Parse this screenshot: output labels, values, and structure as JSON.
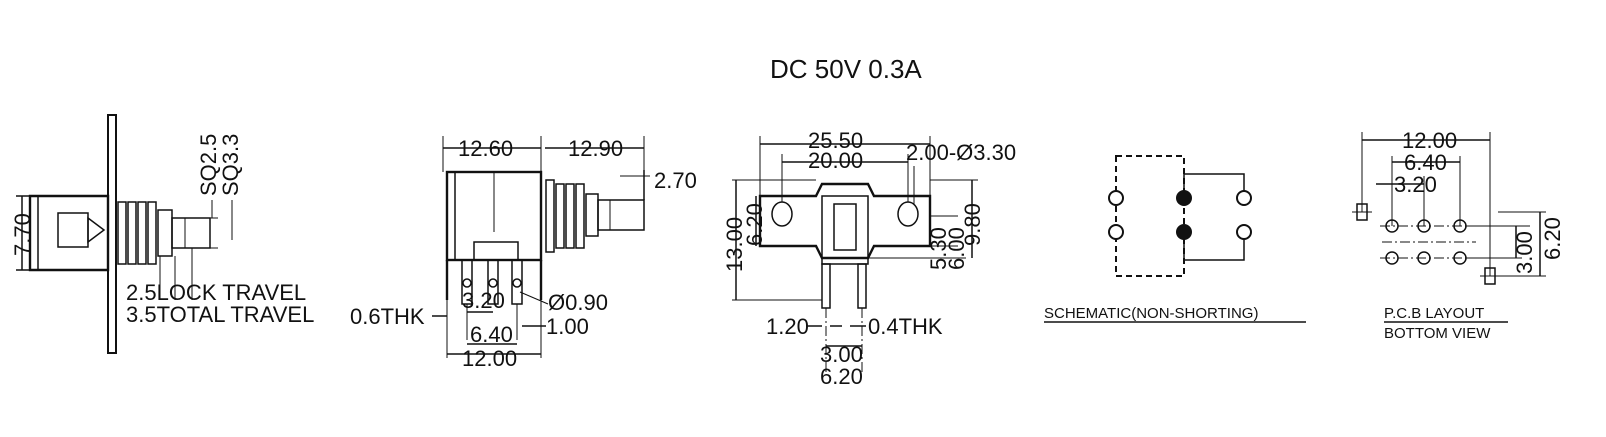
{
  "title": "DC  50V  0.3A",
  "side_view": {
    "dim_height": "7.70",
    "dim_sq_small": "SQ2.5",
    "dim_sq_large": "SQ3.3",
    "lock_travel": "2.5LOCK TRAVEL",
    "total_travel": "3.5TOTAL TRAVEL"
  },
  "front_view": {
    "dim_body_width": "12.60",
    "dim_shaft_length": "12.90",
    "dim_shaft_offset": "2.70",
    "dim_thickness": "0.6THK",
    "dim_pin_pitch": "3.20",
    "dim_pin_diameter": "Ø0.90",
    "dim_pin_width": "1.00",
    "dim_pin_span": "6.40",
    "dim_total_width": "12.00"
  },
  "end_view": {
    "dim_outer_width": "25.50",
    "dim_hole_pitch": "20.00",
    "dim_hole": "2.00-Ø3.30",
    "dim_total_height": "13.00",
    "dim_bracket_height": "6.20",
    "dim_right_a": "5.30",
    "dim_right_b": "6.00",
    "dim_right_c": "9.80",
    "dim_terminal_width": "1.20",
    "dim_terminal_thk": "0.4THK",
    "dim_terminal_pitch": "3.00",
    "dim_terminal_span": "6.20"
  },
  "schematic": {
    "label": "SCHEMATIC(NON-SHORTING)"
  },
  "pcb_layout": {
    "dim_total": "12.00",
    "dim_mid": "6.40",
    "dim_small": "3.20",
    "dim_row_pitch": "3.00",
    "dim_row_span": "6.20",
    "label_line1": "P.C.B LAYOUT",
    "label_line2": "BOTTOM VIEW"
  }
}
